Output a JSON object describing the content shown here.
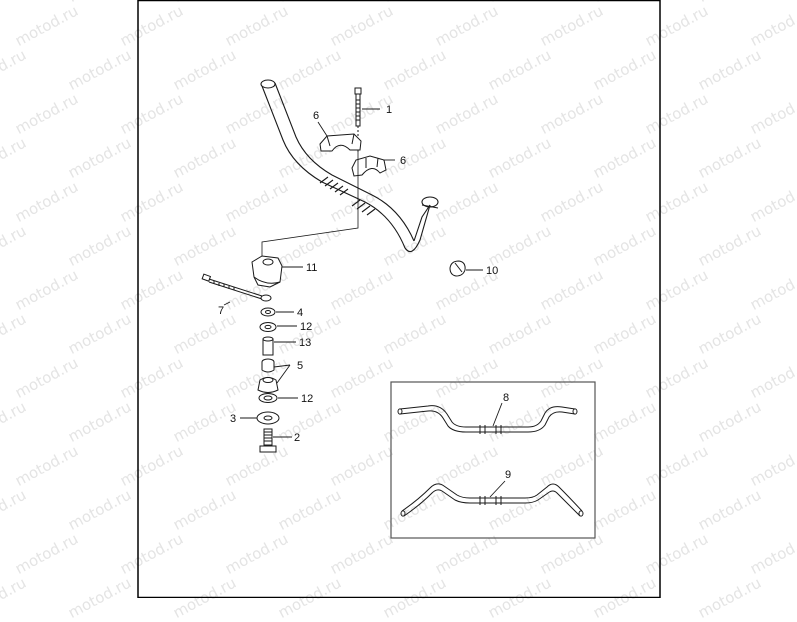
{
  "watermark": "motod.ru",
  "callouts": {
    "c1": "1",
    "c2": "2",
    "c3": "3",
    "c4": "4",
    "c5": "5",
    "c6a": "6",
    "c6b": "6",
    "c7": "7",
    "c8": "8",
    "c9": "9",
    "c10": "10",
    "c11": "11",
    "c12a": "12",
    "c12b": "12",
    "c13": "13"
  },
  "colors": {
    "line": "#1a1a1a",
    "frame": "#000000",
    "inset": "#555555",
    "watermark": "#e4e4e4"
  }
}
